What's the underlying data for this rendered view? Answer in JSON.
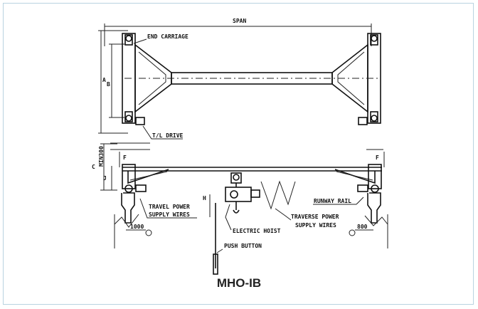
{
  "caption": "MHO-IB",
  "labels": {
    "span": "SPAN",
    "end_carriage": "END CARRIAGE",
    "tl_drive": "T/L DRIVE",
    "dim_a": "A",
    "dim_b": "B",
    "dim_c": "C",
    "dim_j": "J",
    "dim_min": "MIN300",
    "dim_f_left": "F",
    "dim_f_right": "F",
    "dim_h": "H",
    "runway_rail": "RUNWAY RAIL",
    "travel_power_1": "TRAVEL POWER",
    "travel_power_2": "SUPPLY WIRES",
    "traverse_power_1": "TRAVERSE POWER",
    "traverse_power_2": "SUPPLY WIRES",
    "electric_hoist": "ELECTRIC HOIST",
    "push_button": "PUSH BUTTON",
    "dim_1000": "1000",
    "dim_800": "800"
  }
}
